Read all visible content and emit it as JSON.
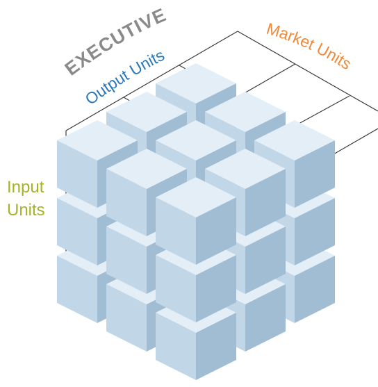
{
  "diagram": {
    "title": "EXECUTIVE",
    "labels": {
      "output": "Output Units",
      "market": "Market Units",
      "input_line1": "Input",
      "input_line2": "Units"
    },
    "grid": {
      "layers": 3,
      "rows": 3,
      "cols": 3
    },
    "colors": {
      "title": "#8a8a8a",
      "output": "#2a78b7",
      "market": "#ee8a3a",
      "input": "#a6b327",
      "cube_top": "#e3eef7",
      "cube_left": "#c1d7e8",
      "cube_right": "#a0bdd3",
      "frame_line": "#3a3a3a"
    }
  }
}
